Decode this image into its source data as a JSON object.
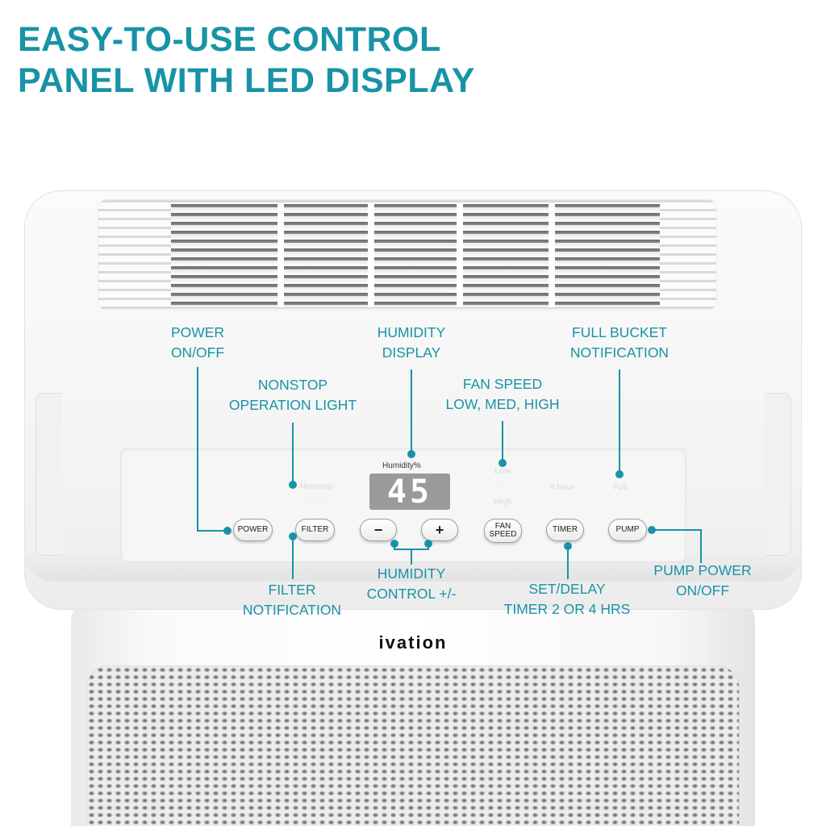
{
  "headline": {
    "line1": "EASY-TO-USE CONTROL",
    "line2": "PANEL WITH LED DISPLAY"
  },
  "colors": {
    "accent": "#1893a6",
    "display": "#9a9a9a"
  },
  "brand": "ivation",
  "panel": {
    "humidity_label": "Humidity%",
    "display_value": "45",
    "indicators": {
      "on": "On",
      "filter": "Filter",
      "nonstop": "Nonstop",
      "low": "Low",
      "medium": "Medium",
      "high": "High",
      "four_hour": "4 hour",
      "two_hour": "2 hour",
      "full": "Full",
      "pump": "Pump"
    },
    "buttons": {
      "power": "POWER",
      "filter": "FILTER",
      "minus": "−",
      "plus": "+",
      "fan_speed": "FAN SPEED",
      "timer": "TIMER",
      "pump": "PUMP"
    }
  },
  "callouts": {
    "power": {
      "line1": "POWER",
      "line2": "ON/OFF"
    },
    "nonstop": {
      "line1": "NONSTOP",
      "line2": "OPERATION LIGHT"
    },
    "humidity_display": {
      "line1": "HUMIDITY",
      "line2": "DISPLAY"
    },
    "fan_speed": {
      "line1": "FAN SPEED",
      "line2": "LOW, MED, HIGH"
    },
    "full_bucket": {
      "line1": "FULL BUCKET",
      "line2": "NOTIFICATION"
    },
    "filter": {
      "line1": "FILTER",
      "line2": "NOTIFICATION"
    },
    "humidity_control": {
      "line1": "HUMIDITY",
      "line2": "CONTROL +/-"
    },
    "timer": {
      "line1": "SET/DELAY",
      "line2": "TIMER 2 OR 4 HRS"
    },
    "pump": {
      "line1": "PUMP POWER",
      "line2": "ON/OFF"
    }
  }
}
